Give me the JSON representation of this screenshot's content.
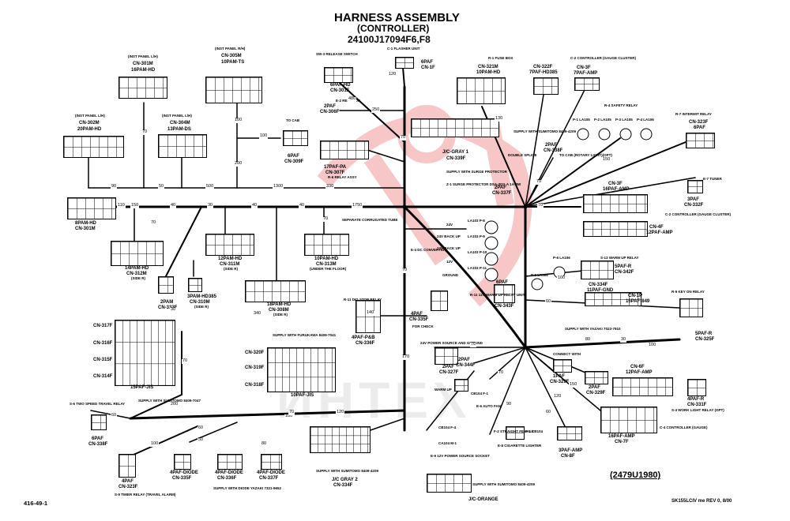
{
  "header": {
    "title": "HARNESS ASSEMBLY",
    "subtitle": "(CONTROLLER)",
    "part_number": "24100J17094F6,F8"
  },
  "footer": {
    "page_ref": "416-49-1",
    "drawing_code": "(2479U1980)",
    "revision_note": "SK155LCIV me REV 0, 8/00"
  },
  "watermark": "ИНТЕХ",
  "labels": {
    "inst_panel_lh_1": "(INST PANEL L/H)",
    "cn301m": "CN-301M",
    "cn301m_type": "16PAM-HD",
    "inst_panel_lh_2": "(INST PANEL L/H)",
    "cn302m": "CN-302M",
    "cn302m_type": "20PAM-HD",
    "inst_panel_lh_3": "(INST PANEL L/H)",
    "cn304m": "CN-304M",
    "cn304m_type": "13PAM-DS",
    "inst_panel_rh": "(INST PANEL R/H)",
    "cn305m": "CN-305M",
    "cn305m_type": "10PAM-TS",
    "sw3": "SW-3 RELEASE SWITCH",
    "cn301f_type": "6PAF-HD",
    "cn301f": "CN-301F",
    "c1": "C-1 FLASHER UNIT",
    "cn1f_type": "6PAF",
    "cn1f": "CN-1F",
    "r1": "R-1 FUSE BOX",
    "cn321m": "CN-321M",
    "cn321m_type": "10PAM-HD",
    "cn322f": "CN-322F",
    "cn322f_type": "7PAF-HD385",
    "c2": "C-2 CONTROLLER (GAUGE CLUSTER)",
    "cn3f_top": "CN-3F",
    "cn3f_top_type": "7PAF-AMP",
    "r4": "R-4 SAFETY RELAY",
    "r7": "R-7 INTERMIT RELAY",
    "cn323f": "CN-323F",
    "cn323f_type": "6PAF",
    "p1": "P-1 LA105",
    "p2": "P-2 LA105",
    "p3": "P-3 LA105",
    "p4": "P-4 LA106",
    "cn306f_type": "2PAF",
    "cn306f": "CN-306F",
    "e2": "E-2 RESISTOR",
    "to_cab": "TO CAB",
    "cn309f_type": "6PAF",
    "cn309f": "CN-309F",
    "cn307f_type": "17PAF-PA",
    "cn307f": "CN-307F",
    "r6": "R-6 RELAY ASSY",
    "jc_gray1": "J/C-GRAY 1",
    "cn339f": "CN-339F",
    "supply_sumitomo_1": "SUPPLY WITH SUMITOMO 8409-4209",
    "supply_surge": "SUPPLY WITH SURGE PROTECTOR",
    "z1": "Z-1 SURGE PROTECTOR DSA-301LA 1A-3W",
    "cn337f_type": "2PAF",
    "cn337f": "CN-337F",
    "double_splice_1": "DOUBLE SPLICE",
    "cn338f_type": "2PAF",
    "cn338f": "CN-338F",
    "to_cab_rotary": "TO CAB (ROTARY LIGHT)(OPT)",
    "e7": "E-7 TUNER",
    "cn332f_type": "3PAF",
    "cn332f": "CN-332F",
    "cn3f": "CN-3F",
    "cn3f_type": "16PAF-AMP",
    "cn4f": "CN-4F",
    "cn4f_type": "12PAF-AMP",
    "c2b": "C-2 CONTROLLER (GAUGE CLUSTER)",
    "separate_tube": "SEPARATE CORRUGATED TUBE",
    "cn301m_b": "CN-301M",
    "cn301m_b_type": "8PAM-HD",
    "cn312m_type": "14PAM-HD",
    "cn312m": "CN-312M",
    "side_r_1": "(SIDE R)",
    "cn311m_type": "12PAM-HD",
    "cn311m": "CN-311M",
    "side_r_2": "(SIDE R)",
    "cn313m_type": "10PAM-HD",
    "cn313m": "CN-313M",
    "under_floor": "(UNDER THE FLOOR)",
    "cn333f_type": "2PAM",
    "cn333f": "CN-333F",
    "cn310m_type": "3PAM-HD385",
    "cn310m": "CN-310M",
    "side_r_3": "(SIDE R)",
    "cn308m_type": "18PAM-HD",
    "cn308m": "CN-308M",
    "side_r_4": "(SIDE R)",
    "la103_1": "LA103 P-8",
    "la103_2": "LA103 P-9",
    "la103_3": "LA103 P-10",
    "la103_4": "LA103 P-11",
    "v24": "24V",
    "v24b": "24V BACK UP",
    "v12b": "12V BACK UP",
    "v12": "12V",
    "ground": "GROUND",
    "e4": "E-4 DC CONVERTER",
    "cn343f_type": "6PAF",
    "cn343f": "CN-343F",
    "r11": "R-11 12V WARM UP RELAY UNIT",
    "p5": "P-5 LA306",
    "p6": "P-6 LA106",
    "s13": "S-13 WARM UP RELAY",
    "cn342f_type": "5PAF-R",
    "cn342f": "CN-342F",
    "cn334f": "CN-334F",
    "cn334f_type": "11PAF-GND",
    "cn1p": "CN-1P",
    "cn1p_type": "16PAF-849",
    "r5": "R-5 KEY ON RELAY",
    "cn325f_type": "5PAF-R",
    "cn325f": "CN-325F",
    "supply_yazaki": "SUPPLY WITH YAZAKI 7023-7910",
    "r11b": "R-11 DIG STOP RELAY",
    "cn336f_type": "4PAF-P&B",
    "cn336f": "CN-336F",
    "cn335f_type": "4PAF",
    "cn335f": "CN-335F",
    "for_check": "FOR CHECK",
    "power_24v": "24V POWER SOURCE AND GROUND",
    "cn327f_type": "2PAF",
    "cn327f": "CN-327F",
    "cn317f": "CN-317F",
    "cn316f": "CN-316F",
    "cn315f": "CN-315F",
    "cn314f": "CN-314F",
    "cn320f": "CN-320F",
    "cn319f": "CN-319F",
    "cn318f": "CN-318F",
    "supply_furukawa": "SUPPLY WITH FURUKAWA 8409-7041",
    "jis_15": "15PAF-JIS",
    "jis_10": "10PAF-JIS",
    "supply_sumitomo_2": "SUPPLY WITH SUMITOMO 8409-7047",
    "s6": "S-6 TWO SPEED TRAVEL RELAY",
    "cn338f_b_type": "6PAF",
    "cn338f_b": "CN-338F",
    "diode_335": "4PAF-DIODE",
    "diode_335_cn": "CN-335F",
    "diode_336": "4PAF-DIODE",
    "diode_336_cn": "CN-336F",
    "diode_337": "4PAF-DIODE",
    "diode_337_cn": "CN-337F",
    "supply_yazaki_2": "SUPPLY WITH DIODE YAZAKI 7321-9652",
    "cn323f_b_type": "4PAF",
    "cn323f_b": "CN-323F",
    "s9": "S-9 TIMER RELAY (TRAVEL ALARM)",
    "jc_gray2": "J/C GRAY 2",
    "cn334f_b": "CN-334F",
    "supply_sumitomo_3": "SUPPLY WITH SUMITOMO 8409-4209",
    "supply_sumitomo_4": "SUPPLY WITH SUMITOMO 8409-4209",
    "jc_orange": "J/C-ORANGE",
    "cn344f_type": "2PAF",
    "cn344f": "CN-344F",
    "warm_up": "WARM UP",
    "cb104": "CB104 F-1",
    "e6": "E-6 AUTO FAN",
    "cb104_f4": "CB104 F-4",
    "ca104": "CA104 M-1",
    "e9": "E-9 12V POWER SOURCE SOCKET",
    "f2": "F-2 STRAIGHT FEMALE",
    "f3": "F-3 CB104",
    "e8": "E-8 CIGARETTE LIGHTER",
    "cn329f_type": "1PAF",
    "cn329f": "CN-329F",
    "connect_with": "CONNECT WITH",
    "cn329f_b_type": "2PAF",
    "cn329f_b": "CN-329F",
    "cn6f": "CN-6F",
    "cn6f_type": "12PAF-AMP",
    "cn331f_type": "4PAF-R",
    "cn331f": "CN-331F",
    "s4": "S-4 WORK LIGHT RELAY (OPT)",
    "c4": "C-4 CONTROLLER (GAUGE)",
    "cn7f_type": "16PAF-AMP",
    "cn7f": "CN-7F",
    "cn8f_type": "3PAF-AMP",
    "cn8f": "CN-8F"
  },
  "wire_lengths": [
    "150",
    "480",
    "1300",
    "330",
    "1750",
    "110",
    "40",
    "30",
    "40",
    "40",
    "70",
    "70",
    "120",
    "50",
    "70",
    "70",
    "90",
    "500",
    "100",
    "70",
    "130",
    "70",
    "70",
    "150",
    "140",
    "170",
    "70",
    "100",
    "60",
    "30",
    "100",
    "80",
    "150",
    "120",
    "60",
    "70",
    "90",
    "250",
    "70",
    "100",
    "200",
    "180",
    "70",
    "60",
    "50",
    "80",
    "30",
    "340",
    "120",
    "200",
    "60",
    "100"
  ]
}
